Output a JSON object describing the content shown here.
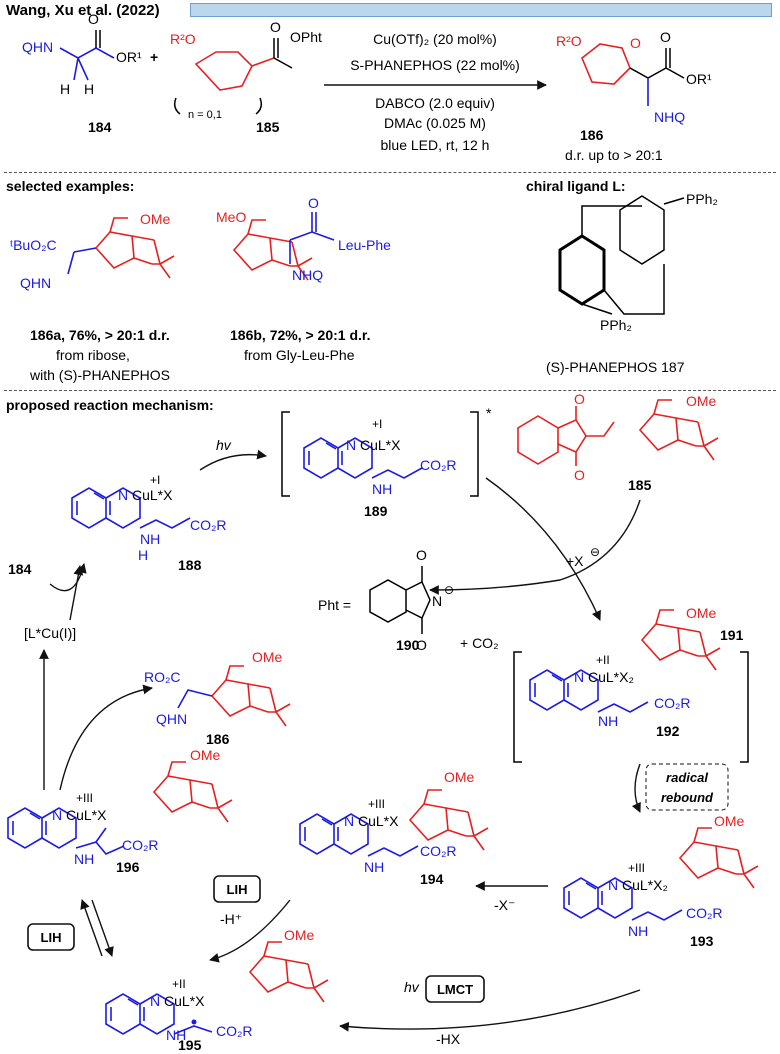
{
  "header": {
    "title": "Wang, Xu et al. (2022)"
  },
  "top_reaction": {
    "cond1": "Cu(OTf)₂ (20 mol%)",
    "cond2": "S-PHANEPHOS (22 mol%)",
    "cond3": "DABCO (2.0 equiv)",
    "cond4": "DMAc (0.025 M)",
    "cond5": "blue LED, rt, 12 h",
    "c184": "184",
    "c185": "185",
    "c186": "186",
    "dr": "d.r. up to > 20:1",
    "n_label": "n = 0,1",
    "plus": "+",
    "lbl_QHN": "QHN",
    "lbl_OR1": "OR¹",
    "lbl_H": "H",
    "lbl_R2O": "R²O",
    "lbl_OPht": "OPht",
    "lbl_O": "O",
    "lbl_NHQ": "NHQ"
  },
  "examples": {
    "heading": "selected examples:",
    "ex_a_line1": "186a, 76%, > 20:1 d.r.",
    "ex_a_line2": "from ribose,",
    "ex_a_line3": "with (S)-PHANEPHOS",
    "ex_b_line1": "186b, 72%, > 20:1 d.r.",
    "ex_b_line2": "from Gly-Leu-Phe",
    "lbl_tBuO2C": "ᵗBuO₂C",
    "lbl_QHN": "QHN",
    "lbl_OMe": "OMe",
    "lbl_MeO": "MeO",
    "lbl_LeuPhe": "Leu-Phe",
    "lbl_NHQ": "NHQ",
    "lbl_O": "O"
  },
  "ligand": {
    "heading": "chiral ligand L:",
    "caption": "(S)-PHANEPHOS 187",
    "pph2_a": "PPh₂",
    "pph2_b": "PPh₂"
  },
  "mechanism": {
    "heading": "proposed reaction mechanism:",
    "hv": "hv",
    "hv2": "hv",
    "c184": "184",
    "c185": "185",
    "c186": "186",
    "c188": "188",
    "c189": "189",
    "c190": "190",
    "c191": "191",
    "c192": "192",
    "c193": "193",
    "c194": "194",
    "c195": "195",
    "c196": "196",
    "cuI": "+I",
    "cuII": "+II",
    "cuIII": "+III",
    "cu_x": "CuL*X",
    "cu_x2": "CuL*X₂",
    "n": "N",
    "nh": "NH",
    "h": "H",
    "co2r": "CO₂R",
    "ro2c": "RO₂C",
    "qhn": "QHN",
    "ome": "OMe",
    "o": "O",
    "star": "*",
    "pht_eq": "Pht =",
    "plus_co2": "+ CO₂",
    "plus_x": "+X",
    "lcu": "[L*Cu(I)]",
    "radical_rebound_1": "radical",
    "radical_rebound_2": "rebound",
    "minus_x": "-X⁻",
    "minus_h": "-H⁺",
    "minus_hx": "-HX",
    "lih": "LIH",
    "lmct": "LMCT",
    "neg": "⊖"
  },
  "colors": {
    "blue": "#1a1ae6",
    "red": "#e62020",
    "header_bar": "#bcd6ee"
  }
}
